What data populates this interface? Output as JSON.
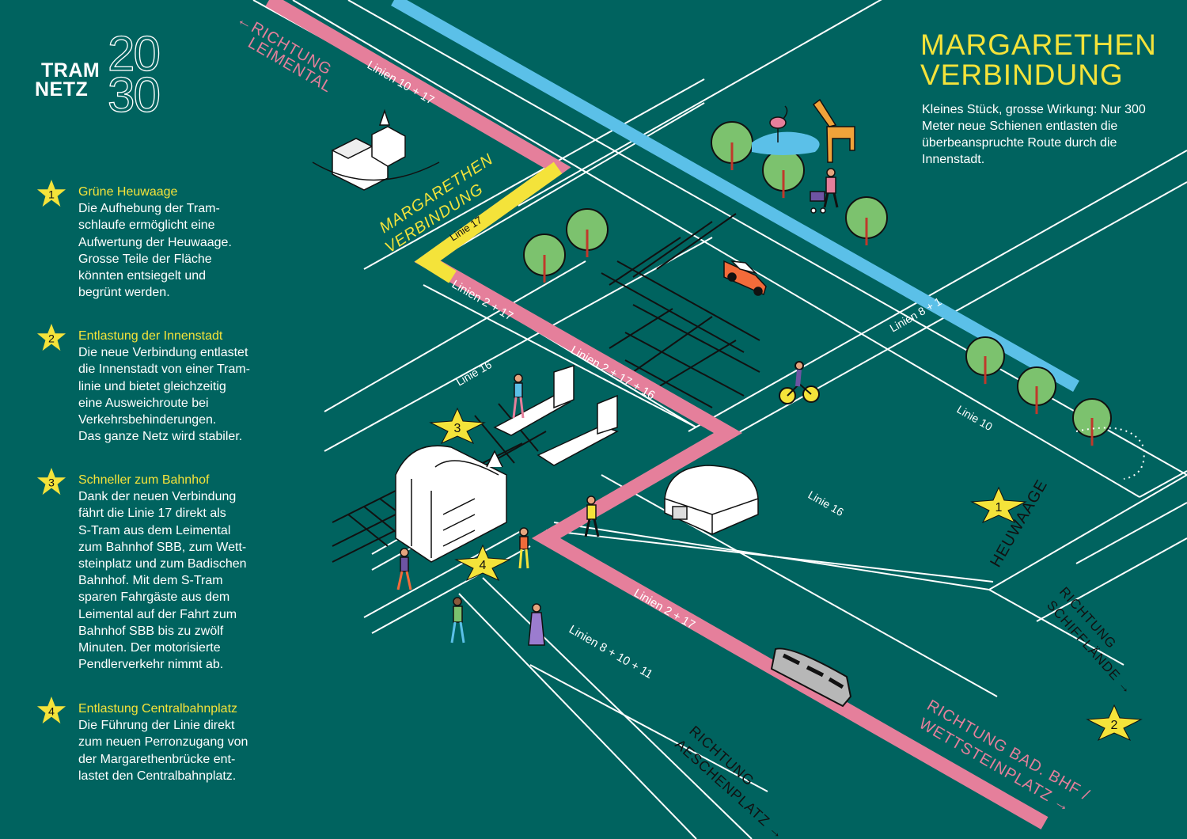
{
  "logo": {
    "line1": "TRAM",
    "line2": "NETZ",
    "year_top": "20",
    "year_bottom": "30"
  },
  "title": {
    "line1": "MARGARETHEN",
    "line2": "VERBINDUNG"
  },
  "intro": "Kleines Stück, grosse Wirkung: Nur 300 Meter neue Schienen entlasten die überbeanspruchte Route durch die Innenstadt.",
  "items": [
    {
      "number": "1",
      "heading": "Grüne Heuwaage",
      "body": "Die Aufhebung der Tram-\nschlaufe ermöglicht eine\nAufwertung der Heuwaage.\nGrosse Teile der Fläche\nkönnten entsiegelt und\nbegrünt werden."
    },
    {
      "number": "2",
      "heading": "Entlastung der Innenstadt",
      "body": "Die neue Verbindung entlastet\ndie Innenstadt von einer Tram-\nlinie und bietet gleichzeitig\neine Ausweichroute bei\nVerkehrsbehinderungen.\nDas ganze Netz wird stabiler."
    },
    {
      "number": "3",
      "heading": "Schneller zum Bahnhof",
      "body": "Dank der neuen Verbindung\nfährt die Linie 17 direkt als\nS-Tram aus dem Leimental\nzum Bahnhof SBB, zum Wett-\nsteinplatz und zum Badischen\nBahnhof. Mit dem S-Tram\nsparen Fahrgäste aus dem\nLeimental auf der Fahrt zum\nBahnhof SBB bis zu zwölf\nMinuten. Der motorisierte\nPendlerverkehr nimmt ab."
    },
    {
      "number": "4",
      "heading": "Entlastung Centralbahnplatz",
      "body": "Die Führung der Linie direkt\nzum neuen Perronzugang von\nder Margarethenbrücke ent-\nlastet den Centralbahnplatz."
    }
  ],
  "map": {
    "directions": {
      "leimental": [
        "←RICHTUNG",
        "LEIMENTAL"
      ],
      "schifflaende": [
        "RICHTUNG",
        "SCHIFFLÄNDE →"
      ],
      "aeschenplatz": [
        "RICHTUNG",
        "AESCHENPLATZ →"
      ],
      "wettsteinplatz": [
        "RICHTUNG BAD. BHF /",
        "WETTSTEINPLATZ →"
      ]
    },
    "new_connection": [
      "MARGARETHEN",
      "VERBINDUNG"
    ],
    "line_labels": {
      "l10_17": "Linien 10 + 17",
      "l17": "Linie 17",
      "l2_17": "Linien 2 + 17",
      "l2_17_16": "Linien 2 + 17 + 16",
      "l2_17_b": "Linien 2 + 17",
      "l16_a": "Linie 16",
      "l16_b": "Linie 16",
      "l8_1": "Linien 8 + 1",
      "l10": "Linie 10",
      "l8_10_11": "Linien 8 + 10 + 11"
    },
    "place_heuwaage": "HEUWAAGE",
    "stars": [
      "1",
      "2",
      "3",
      "4"
    ]
  },
  "colors": {
    "background": "#00635f",
    "pink": "#e57f9b",
    "yellow": "#f4e33a",
    "blue": "#5bc0e8",
    "white": "#ffffff"
  }
}
